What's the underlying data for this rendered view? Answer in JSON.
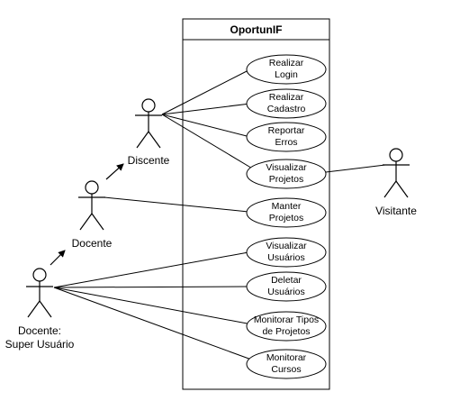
{
  "system": {
    "title": "OportunIF"
  },
  "actors": {
    "discente": "Discente",
    "docente": "Docente",
    "super_line1": "Docente:",
    "super_line2": "Super Usuário",
    "visitante": "Visitante"
  },
  "use_cases": {
    "realizar_login": [
      "Realizar",
      "Login"
    ],
    "realizar_cadastro": [
      "Realizar",
      "Cadastro"
    ],
    "reportar_erros": [
      "Reportar",
      "Erros"
    ],
    "visualizar_projetos": [
      "Visualizar",
      "Projetos"
    ],
    "manter_projetos": [
      "Manter",
      "Projetos"
    ],
    "visualizar_usuarios": [
      "Visualizar",
      "Usuários"
    ],
    "deletar_usuarios": [
      "Deletar",
      "Usuários"
    ],
    "monitorar_tipos": [
      "Monitorar Tipos",
      "de Projetos"
    ],
    "monitorar_cursos": [
      "Monitorar",
      "Cursos"
    ]
  },
  "colors": {
    "stroke": "#000000",
    "background": "#ffffff"
  }
}
